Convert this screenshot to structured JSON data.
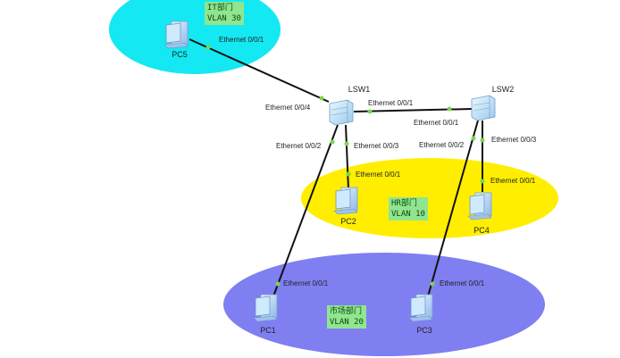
{
  "colors": {
    "it_zone": "#14e8f2",
    "hr_zone": "#ffee00",
    "market_zone": "#7f7ff2",
    "zone_label_bg": "#8fe68f",
    "port_dot": "#7ad64a",
    "link": "#111111"
  },
  "zones": [
    {
      "name": "IT部门",
      "vlan": "VLAN 30"
    },
    {
      "name": "HR部门",
      "vlan": "VLAN 10"
    },
    {
      "name": "市场部门",
      "vlan": "VLAN 20"
    }
  ],
  "nodes": {
    "pc5": "PC5",
    "lsw1": "LSW1",
    "lsw2": "LSW2",
    "pc2": "PC2",
    "pc4": "PC4",
    "pc1": "PC1",
    "pc3": "PC3"
  },
  "ports": {
    "pc5_e1": "Ethernet 0/0/1",
    "lsw1_e4": "Ethernet 0/0/4",
    "lsw1_e1": "Ethernet 0/0/1",
    "lsw2_e1": "Ethernet 0/0/1",
    "lsw1_e2": "Ethernet 0/0/2",
    "lsw1_e3": "Ethernet 0/0/3",
    "lsw2_e2": "Ethernet 0/0/2",
    "lsw2_e3": "Ethernet 0/0/3",
    "pc2_e1": "Ethernet 0/0/1",
    "pc4_e1": "Ethernet 0/0/1",
    "pc1_e1": "Ethernet 0/0/1",
    "pc3_e1": "Ethernet 0/0/1"
  }
}
